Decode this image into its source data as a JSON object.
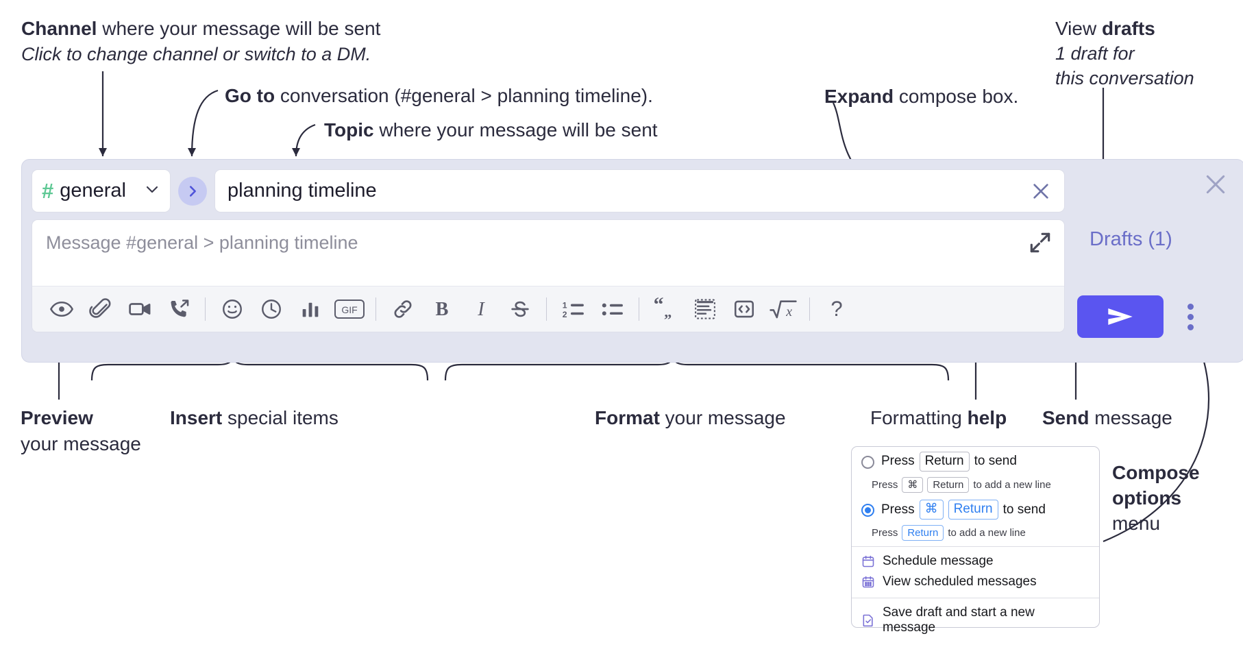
{
  "annotations": {
    "channel": {
      "bold": "Channel",
      "rest": " where your message will be sent",
      "sub": "Click to change channel or switch to a DM."
    },
    "goto": {
      "bold": "Go to",
      "rest": " conversation (#general > planning timeline)."
    },
    "topic": {
      "bold": "Topic",
      "rest": " where your message will be sent"
    },
    "expand": {
      "bold": "Expand",
      "rest": " compose box."
    },
    "drafts": {
      "pre": "View ",
      "bold": "drafts",
      "sub1": "1 draft for",
      "sub2": "this conversation"
    },
    "preview": {
      "bold": "Preview",
      "sub": "your message"
    },
    "insert": {
      "bold": "Insert",
      "rest": " special items"
    },
    "format": {
      "bold": "Format",
      "rest": " your message"
    },
    "formatting_help": {
      "pre": "Formatting ",
      "bold": "help"
    },
    "send": {
      "bold": "Send",
      "rest": " message"
    },
    "compose_options": {
      "line1": "Compose",
      "line2": "options",
      "line3": "menu"
    }
  },
  "compose": {
    "channel_name": "general",
    "hash": "#",
    "topic_value": "planning timeline",
    "message_placeholder": "Message #general > planning timeline",
    "drafts_label": "Drafts (1)",
    "toolbar": [
      {
        "name": "preview-icon",
        "label": "Preview"
      },
      {
        "name": "attach-icon",
        "label": "Attach file"
      },
      {
        "name": "video-icon",
        "label": "Record video clip"
      },
      {
        "name": "huddle-icon",
        "label": "Audio clip"
      },
      {
        "name": "emoji-icon",
        "label": "Emoji"
      },
      {
        "name": "clock-icon",
        "label": "Schedule"
      },
      {
        "name": "poll-icon",
        "label": "Poll"
      },
      {
        "name": "gif-icon",
        "label": "GIF"
      },
      {
        "name": "link-icon",
        "label": "Link"
      },
      {
        "name": "bold-icon",
        "label": "Bold"
      },
      {
        "name": "italic-icon",
        "label": "Italic"
      },
      {
        "name": "strikethrough-icon",
        "label": "Strikethrough"
      },
      {
        "name": "ordered-list-icon",
        "label": "Ordered list"
      },
      {
        "name": "bulleted-list-icon",
        "label": "Bulleted list"
      },
      {
        "name": "blockquote-icon",
        "label": "Blockquote"
      },
      {
        "name": "code-block-icon",
        "label": "Code block"
      },
      {
        "name": "code-icon",
        "label": "Code"
      },
      {
        "name": "math-icon",
        "label": "Math"
      },
      {
        "name": "help-icon",
        "label": "Formatting help"
      }
    ]
  },
  "popup": {
    "option1": {
      "pre": "Press",
      "key": "Return",
      "post": "to send",
      "sub_pre": "Press",
      "sub_key1": "⌘",
      "sub_key2": "Return",
      "sub_post": "to add a new line",
      "selected": false
    },
    "option2": {
      "pre": "Press",
      "key1": "⌘",
      "key2": "Return",
      "post": "to send",
      "sub_pre": "Press",
      "sub_key": "Return",
      "sub_post": "to add a new line",
      "selected": true
    },
    "items": [
      {
        "icon": "calendar-clock-icon",
        "label": "Schedule message"
      },
      {
        "icon": "calendar-grid-icon",
        "label": "View scheduled messages"
      },
      {
        "icon": "save-draft-icon",
        "label": "Save draft and start a new message"
      }
    ]
  },
  "colors": {
    "panel_bg": "#e2e4f0",
    "send_button": "#5a55f0",
    "drafts_text": "#6a6ec8",
    "hash_green": "#5ec894",
    "go_button_bg": "#c6caf2",
    "radio_blue": "#2f7ff0",
    "menu_icon_purple": "#7b72d6"
  }
}
